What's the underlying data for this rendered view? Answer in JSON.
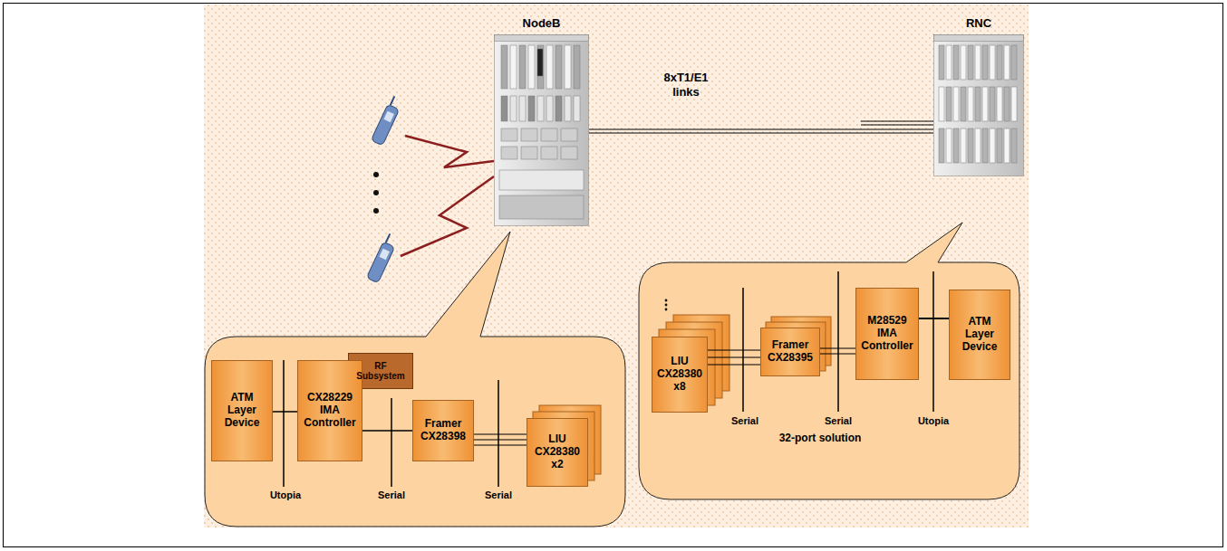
{
  "diagram": {
    "nodes": [
      {
        "text": [
          "NodeB"
        ]
      },
      {
        "text": [
          "RNC"
        ]
      },
      {
        "text": [
          "RF Subsystem"
        ]
      },
      {
        "text": [
          "ATM Layer Device"
        ]
      },
      {
        "text": [
          "CX28229 IMA Controller"
        ]
      },
      {
        "text": [
          "Framer CX28398"
        ]
      },
      {
        "text": [
          "LIU CX28380 x2"
        ]
      },
      {
        "text": [
          "LIU CX28380 x8"
        ]
      },
      {
        "text": [
          "Framer CX28395"
        ]
      },
      {
        "text": [
          "M28529 IMA Controller"
        ]
      },
      {
        "text": [
          "ATM Layer Device"
        ]
      }
    ],
    "edges": [
      {
        "from": 0,
        "to": 1,
        "arrow": "none",
        "label": "8xT1/E1 links"
      },
      {
        "from": 3,
        "to": 4,
        "arrow": "none"
      },
      {
        "from": 4,
        "to": 5,
        "arrow": "none"
      },
      {
        "from": 5,
        "to": 6,
        "arrow": "none"
      },
      {
        "from": 7,
        "to": 8,
        "arrow": "none"
      },
      {
        "from": 8,
        "to": 9,
        "arrow": "none"
      },
      {
        "from": 9,
        "to": 10,
        "arrow": "none"
      }
    ],
    "labels": [
      "Utopia",
      "Serial",
      "Serial",
      "Serial",
      "Serial",
      "Utopia",
      "32-port solution"
    ]
  }
}
